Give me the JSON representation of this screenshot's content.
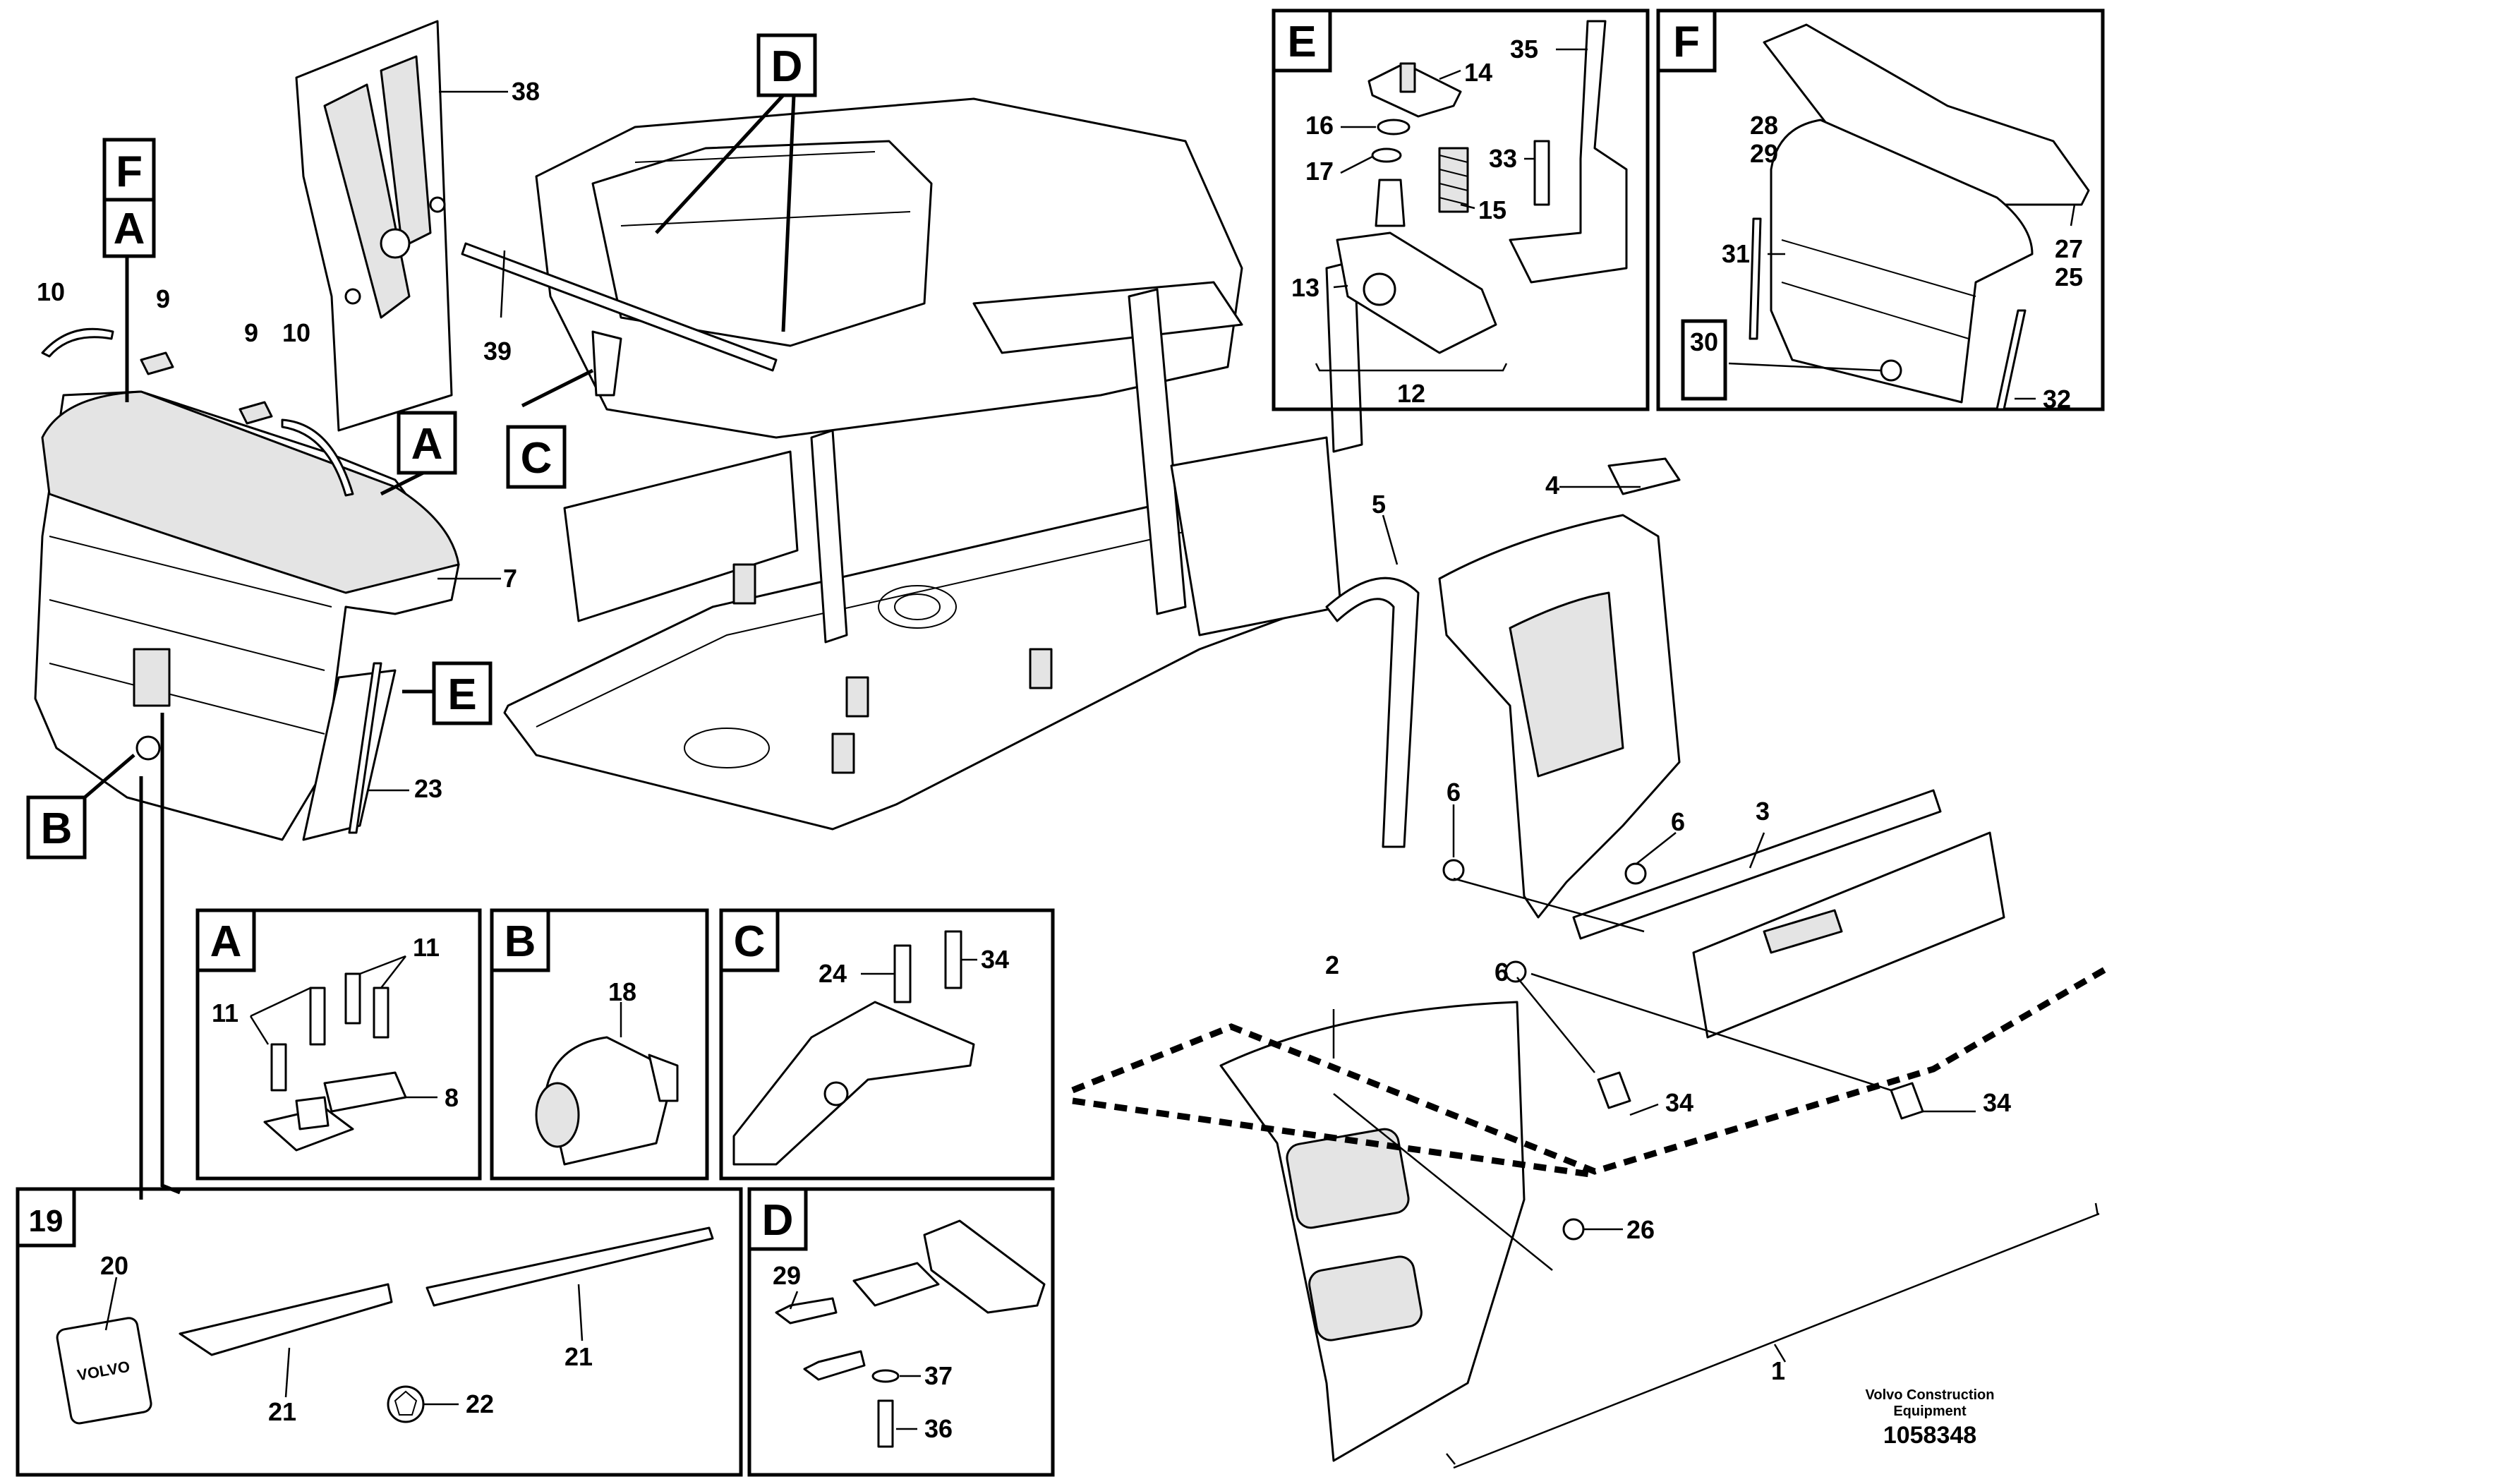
{
  "detail_frames": {
    "A": "A",
    "B": "B",
    "C": "C",
    "D": "D",
    "E": "E",
    "F": "F",
    "19": "19"
  },
  "callouts": {
    "A": "A",
    "B": "B",
    "C": "C",
    "D": "D",
    "E": "E",
    "F": "F"
  },
  "part_numbers": {
    "p1": "1",
    "p2": "2",
    "p3": "3",
    "p4": "4",
    "p5": "5",
    "p6a": "6",
    "p6b": "6",
    "p6c": "6",
    "p7": "7",
    "p8": "8",
    "p9a": "9",
    "p9b": "9",
    "p10a": "10",
    "p10b": "10",
    "p11a": "11",
    "p11b": "11",
    "p12": "12",
    "p13": "13",
    "p14": "14",
    "p15": "15",
    "p16": "16",
    "p17": "17",
    "p18": "18",
    "p20": "20",
    "p21a": "21",
    "p21b": "21",
    "p22": "22",
    "p23": "23",
    "p24": "24",
    "p25": "25",
    "p26": "26",
    "p27": "27",
    "p28": "28",
    "p29a": "29",
    "p29b": "29",
    "p30": "30",
    "p31": "31",
    "p32": "32",
    "p33": "33",
    "p34a": "34",
    "p34b": "34",
    "p34c": "34",
    "p35": "35",
    "p36": "36",
    "p37": "37",
    "p38": "38",
    "p39": "39"
  },
  "footer": {
    "company_line1": "Volvo Construction",
    "company_line2": "Equipment",
    "reference": "1058348"
  },
  "emblem_text": "VOLVO"
}
